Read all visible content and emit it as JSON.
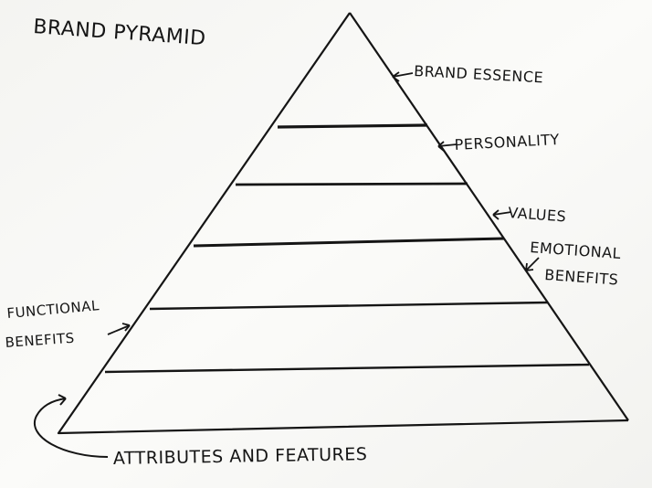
{
  "diagram": {
    "title": "BRAND PYRAMID",
    "levels": [
      {
        "label": "BRAND ESSENCE"
      },
      {
        "label": "PERSONALITY"
      },
      {
        "label": "VALUES"
      },
      {
        "label_line1": "EMOTIONAL",
        "label_line2": "BENEFITS"
      },
      {
        "label_line1": "FUNCTIONAL",
        "label_line2": "BENEFITS"
      },
      {
        "label": "ATTRIBUTES AND FEATURES"
      }
    ],
    "colors": {
      "ink": "#151515",
      "paper": "#fbfbf9"
    }
  }
}
